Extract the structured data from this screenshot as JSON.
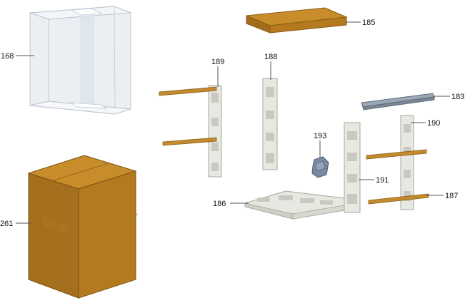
{
  "box_text": {
    "side": "SIDE",
    "front": "FRONT"
  },
  "callouts": {
    "p168": "168",
    "p185": "185",
    "p189": "189",
    "p188": "188",
    "p183": "183",
    "p190": "190",
    "p193": "193",
    "p191": "191",
    "p187": "187",
    "p186": "186",
    "p261": "261"
  },
  "colors": {
    "cardboard": "#b57a1e",
    "cardboard_top": "#c88c2a",
    "cardboard_dark": "#94611a",
    "foam": "#e8e8e2",
    "foam_shadow": "#c9c9c1",
    "rail": "#8c9aa8",
    "clip": "#6d7c90",
    "rod": "#c48a2e",
    "bag": "#dfe6ee",
    "leader": "#555555"
  }
}
